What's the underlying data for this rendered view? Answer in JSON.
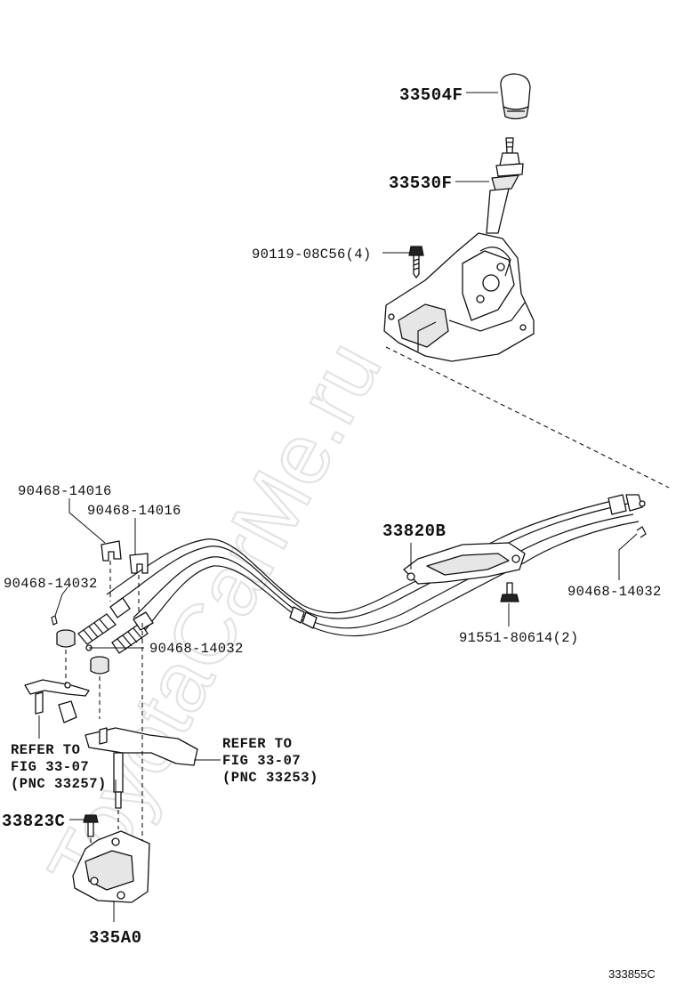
{
  "watermark": "ToyotaCarMe.ru",
  "figure_code": "333855C",
  "labels": {
    "knob": "33504F",
    "lever": "33530F",
    "shifter_bolt": "90119-08C56(4)",
    "clip_1": "90468-14016",
    "clip_2": "90468-14016",
    "pin_left": "90468-14032",
    "pin_mid": "90468-14032",
    "pin_right": "90468-14032",
    "cable_assy": "33820B",
    "bracket_bolt": "91551-80614(2)",
    "bolt_lower": "33823C",
    "bracket_lower": "335A0"
  },
  "refs": {
    "left": [
      "REFER TO",
      "FIG 33-07",
      "(PNC 33257)"
    ],
    "right": [
      "REFER TO",
      "FIG 33-07",
      "(PNC 33253)"
    ]
  }
}
